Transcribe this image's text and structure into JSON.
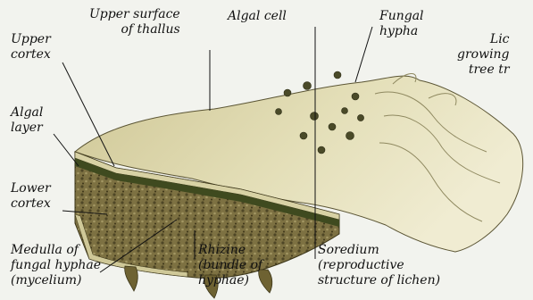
{
  "labels": {
    "upper_cortex": "Upper\ncortex",
    "upper_surface": "Upper surface\nof thallus",
    "algal_cell": "Algal cell",
    "fungal_hypha": "Fungal\nhypha",
    "lichen_growing": "Lic\ngrowing\ntree tr",
    "algal_layer": "Algal\nlayer",
    "lower_cortex": "Lower\ncortex",
    "medulla": "Medulla of\nfungal hyphae\n(mycelium)",
    "rhizine": "Rhizine\n(bundle of\nhyphae)",
    "soredium": "Soredium\n(reproductive\nstructure of lichen)"
  }
}
